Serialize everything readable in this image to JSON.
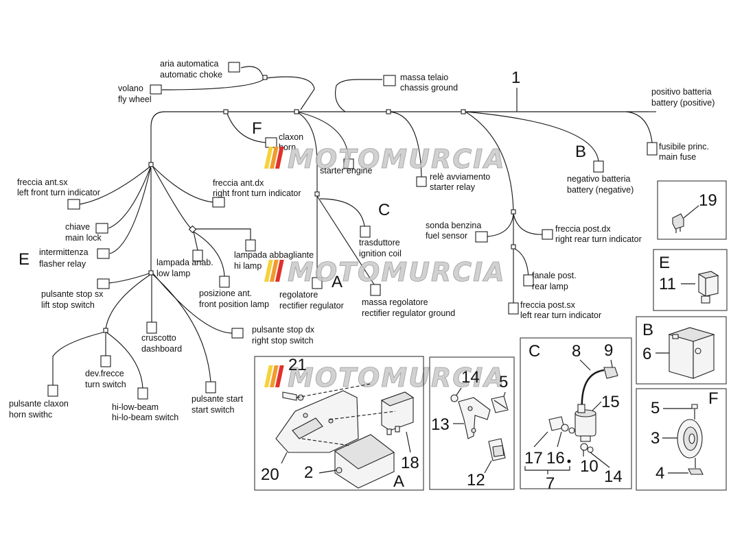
{
  "numbers": {
    "main_harness": "1",
    "part_2": "2",
    "part_3": "3",
    "part_4": "4",
    "part_5a": "5",
    "part_5b": "5",
    "part_6": "6",
    "part_7": "7",
    "part_8": "8",
    "part_9": "9",
    "part_10": "10",
    "part_11": "11",
    "part_12": "12",
    "part_13": "13",
    "part_14a": "14",
    "part_14b": "14",
    "part_15": "15",
    "part_16": "16",
    "part_17": "17",
    "part_18": "18",
    "part_19": "19",
    "part_20": "20",
    "part_21": "21"
  },
  "letters": {
    "F": "F",
    "B": "B",
    "C": "C",
    "E": "E",
    "A": "A",
    "panel_A": "A",
    "panel_B": "B",
    "panel_C": "C",
    "panel_E": "E",
    "panel_F": "F"
  },
  "labels": {
    "aria_it": "aria automatica",
    "aria_en": "automatic choke",
    "volano_it": "volano",
    "volano_en": "fly wheel",
    "massa_it": "massa telaio",
    "massa_en": "chassis ground",
    "pos_batt_it": "positivo batteria",
    "pos_batt_en": "battery (positive)",
    "claxon_it": "claxon",
    "claxon_en": "horn",
    "mot_avv_en": "starter engine",
    "rele_it": "relè avviamento",
    "rele_en": "starter relay",
    "neg_batt_it": "negativo batteria",
    "neg_batt_en": "battery (negative)",
    "fusibile_it": "fusibile princ.",
    "fusibile_en": "main fuse",
    "freccia_ant_sx_it": "freccia ant.sx",
    "freccia_ant_sx_en": "left front turn indicator",
    "freccia_ant_dx_it": "freccia ant.dx",
    "freccia_ant_dx_en": "right front turn indicator",
    "chiave_it": "chiave",
    "chiave_en": "main lock",
    "intermittenza_it": "intermittenza",
    "intermittenza_en": "flasher relay",
    "lampada_anab_it": "lampada anab.",
    "lampada_anab_en": "low lamp",
    "lampada_abb_it": "lampada abbagliante",
    "lampada_abb_en": "hi lamp",
    "trasduttore_it": "trasduttore",
    "trasduttore_en": "ignition coil",
    "sonda_it": "sonda benzina",
    "sonda_en": "fuel sensor",
    "freccia_post_dx_it": "freccia post.dx",
    "freccia_post_dx_en": "right rear turn indicator",
    "pulsante_stop_sx_it": "pulsante stop sx",
    "pulsante_stop_sx_en": "lift stop switch",
    "posizione_it": "posizione ant.",
    "posizione_en": "front position lamp",
    "regolatore_it": "regolatore",
    "regolatore_en": "rectifier regulator",
    "massa_reg_it": "massa regolatore",
    "massa_reg_en": "rectifier regulator ground",
    "fanale_it": "fanale post.",
    "fanale_en": "rear lamp",
    "freccia_post_sx_it": "freccia post.sx",
    "freccia_post_sx_en": "left rear turn indicator",
    "cruscotto_it": "cruscotto",
    "cruscotto_en": "dashboard",
    "pulsante_stop_dx_it": "pulsante stop dx",
    "pulsante_stop_dx_en": "right stop switch",
    "dev_frecce_it": "dev.frecce",
    "dev_frecce_en": "turn switch",
    "pulsante_claxon_it": "pulsante claxon",
    "pulsante_claxon_en": "horn swithc",
    "hilow_it": "hi-low-beam",
    "hilow_en": "hi-lo-beam switch",
    "pulsante_start_it": "pulsante start",
    "pulsante_start_en": "start switch"
  },
  "watermark": "MOTOMURCIA",
  "colors": {
    "ink": "#1a1a1a",
    "watermark_red": "#e0312b",
    "watermark_orange": "#f29a2e",
    "watermark_yellow": "#f4d23a",
    "watermark_gray": "#c9c9c9"
  }
}
